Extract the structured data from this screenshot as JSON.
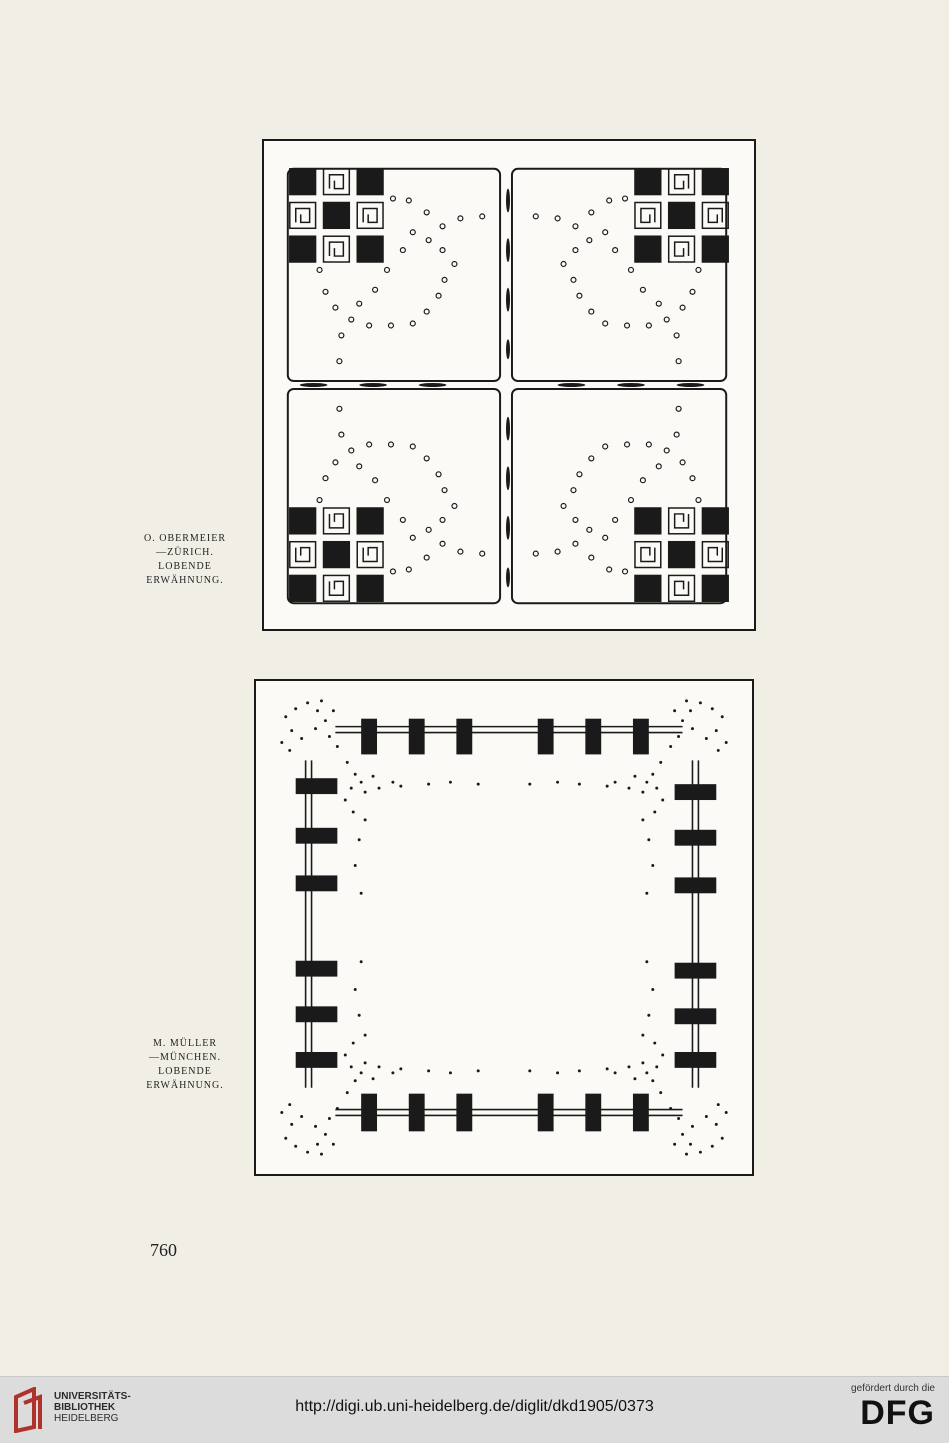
{
  "captions": {
    "upper": [
      "O. OBERMEIER",
      "—ZÜRICH.",
      "LOBENDE",
      "ERWÄHNUNG."
    ],
    "lower": [
      "M. MÜLLER",
      "—MÜNCHEN.",
      "LOBENDE",
      "ERWÄHNUNG."
    ]
  },
  "page_number": "760",
  "footer": {
    "logo_lines": [
      "UNIVERSITÄTS-",
      "BIBLIOTHEK",
      "HEIDELBERG"
    ],
    "url": "http://digi.ub.uni-heidelberg.de/diglit/dkd1905/0373",
    "sponsor_label": "gefördert durch die",
    "sponsor_logo": "DFG"
  },
  "colors": {
    "paper": "#f1eee6",
    "ink": "#1a1a1a",
    "footer": "#dcdcdc",
    "logo_red": "#b0322c"
  }
}
